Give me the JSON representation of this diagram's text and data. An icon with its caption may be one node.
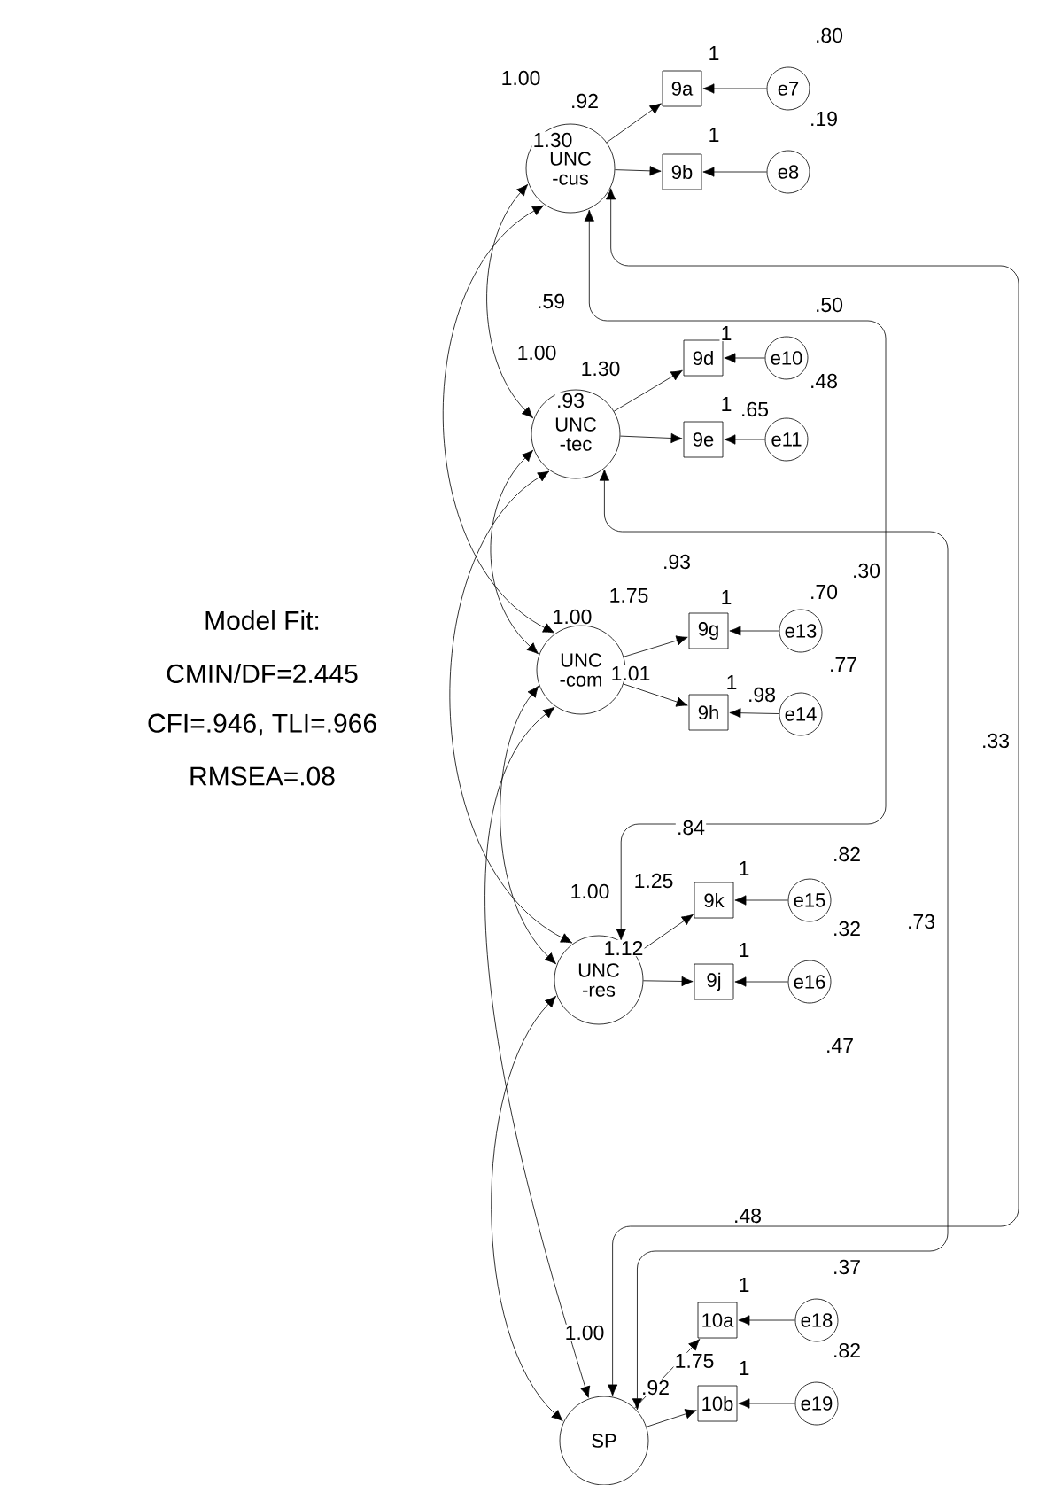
{
  "diagram": {
    "nodes": [
      {
        "text": [
          "UNC -cus"
        ]
      },
      {
        "text": [
          "9a"
        ]
      },
      {
        "text": [
          "9b"
        ]
      },
      {
        "text": [
          "e7"
        ]
      },
      {
        "text": [
          "e8"
        ]
      },
      {
        "text": [
          "UNC -tec"
        ]
      },
      {
        "text": [
          "9d"
        ]
      },
      {
        "text": [
          "9e"
        ]
      },
      {
        "text": [
          "e10"
        ]
      },
      {
        "text": [
          "e11"
        ]
      },
      {
        "text": [
          "UNC -com"
        ]
      },
      {
        "text": [
          "9g"
        ]
      },
      {
        "text": [
          "9h"
        ]
      },
      {
        "text": [
          "e13"
        ]
      },
      {
        "text": [
          "e14"
        ]
      },
      {
        "text": [
          "UNC -res"
        ]
      },
      {
        "text": [
          "9k"
        ]
      },
      {
        "text": [
          "9j"
        ]
      },
      {
        "text": [
          "e15"
        ]
      },
      {
        "text": [
          "e16"
        ]
      },
      {
        "text": [
          "SP"
        ]
      },
      {
        "text": [
          "10a"
        ]
      },
      {
        "text": [
          "10b"
        ]
      },
      {
        "text": [
          "e18"
        ]
      },
      {
        "text": [
          "e19"
        ]
      }
    ],
    "edges": [
      {
        "from": 0,
        "to": 1,
        "arrow": "to"
      },
      {
        "from": 0,
        "to": 2,
        "arrow": "to"
      },
      {
        "from": 3,
        "to": 1,
        "arrow": "to"
      },
      {
        "from": 4,
        "to": 2,
        "arrow": "to"
      },
      {
        "from": 5,
        "to": 6,
        "arrow": "to"
      },
      {
        "from": 5,
        "to": 7,
        "arrow": "to"
      },
      {
        "from": 8,
        "to": 6,
        "arrow": "to"
      },
      {
        "from": 9,
        "to": 7,
        "arrow": "to"
      },
      {
        "from": 10,
        "to": 11,
        "arrow": "to"
      },
      {
        "from": 10,
        "to": 12,
        "arrow": "to"
      },
      {
        "from": 13,
        "to": 11,
        "arrow": "to"
      },
      {
        "from": 14,
        "to": 12,
        "arrow": "to"
      },
      {
        "from": 15,
        "to": 16,
        "arrow": "to"
      },
      {
        "from": 15,
        "to": 17,
        "arrow": "to"
      },
      {
        "from": 18,
        "to": 16,
        "arrow": "to"
      },
      {
        "from": 19,
        "to": 17,
        "arrow": "to"
      },
      {
        "from": 20,
        "to": 21,
        "arrow": "to"
      },
      {
        "from": 20,
        "to": 22,
        "arrow": "to"
      },
      {
        "from": 23,
        "to": 21,
        "arrow": "to"
      },
      {
        "from": 24,
        "to": 22,
        "arrow": "to"
      },
      {
        "from": 0,
        "to": 5,
        "arrow": "both"
      },
      {
        "from": 0,
        "to": 10,
        "arrow": "both"
      },
      {
        "from": 0,
        "to": 15,
        "arrow": "both"
      },
      {
        "from": 0,
        "to": 20,
        "arrow": "both"
      },
      {
        "from": 5,
        "to": 10,
        "arrow": "both"
      },
      {
        "from": 5,
        "to": 15,
        "arrow": "both"
      },
      {
        "from": 5,
        "to": 20,
        "arrow": "both"
      },
      {
        "from": 10,
        "to": 15,
        "arrow": "both"
      },
      {
        "from": 10,
        "to": 20,
        "arrow": "both"
      },
      {
        "from": 15,
        "to": 20,
        "arrow": "both"
      }
    ],
    "labels": [
      "Model Fit:",
      "CMIN/DF=2.445",
      "CFI=.946, TLI=.966",
      "RMSEA=.08",
      ".80",
      "1",
      "1.00",
      ".92",
      ".19",
      "1.30",
      "1",
      ".59",
      ".50",
      "1",
      "1.00",
      "1.30",
      ".48",
      ".93",
      "1",
      ".65",
      ".93",
      ".70",
      ".30",
      "1.00",
      "1.75",
      "1",
      ".77",
      "1.01",
      "1",
      ".98",
      ".33",
      ".84",
      ".82",
      "1",
      ".73",
      "1.00",
      "1.25",
      ".32",
      "1.12",
      "1",
      ".47",
      ".48",
      ".37",
      "1",
      "1.00",
      "1.75",
      ".92",
      "1",
      ".82"
    ]
  }
}
